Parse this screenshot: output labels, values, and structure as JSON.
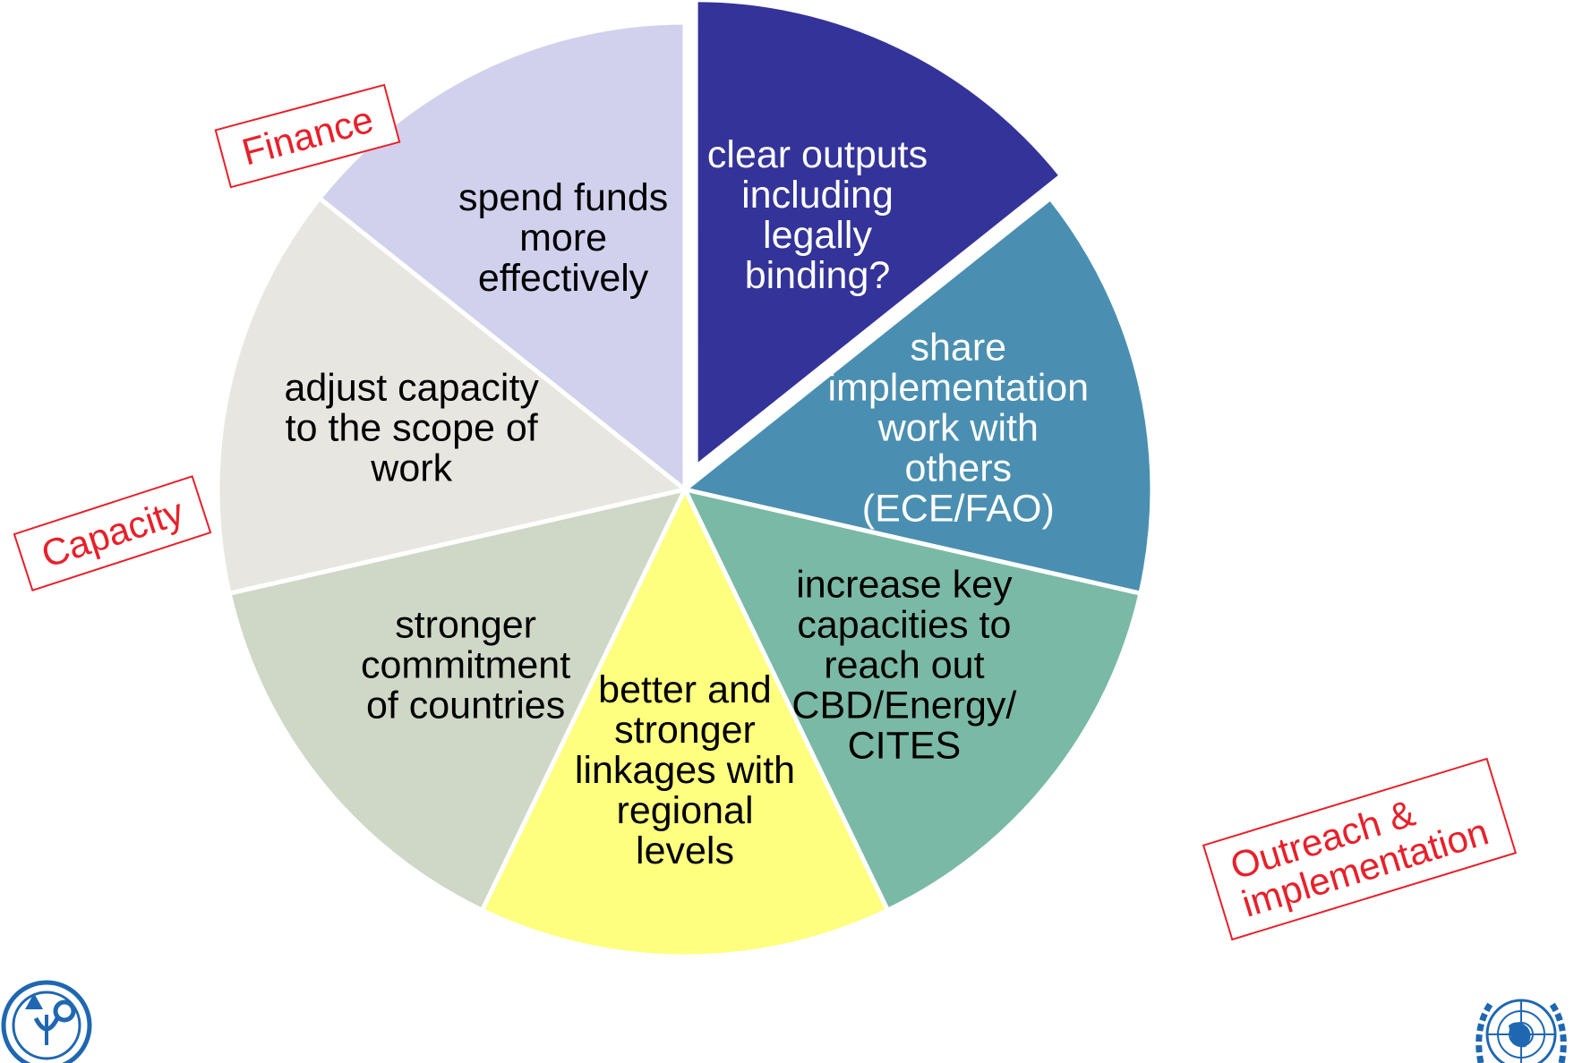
{
  "segments": [
    {
      "id": "outputs",
      "lines": [
        "clear outputs",
        "including",
        "legally",
        "binding?"
      ],
      "fill": "#333399",
      "text_color": "#ffffff",
      "exploded": true
    },
    {
      "id": "share",
      "lines": [
        "share",
        "implementation",
        "work with",
        "others",
        "(ECE/FAO)"
      ],
      "fill": "#4a8fb1",
      "text_color": "#ffffff",
      "exploded": false
    },
    {
      "id": "increase",
      "lines": [
        "increase key",
        "capacities to",
        "reach out",
        "CBD/Energy/",
        "CITES"
      ],
      "fill": "#7ab9a5",
      "text_color": "#000000",
      "exploded": false
    },
    {
      "id": "linkages",
      "lines": [
        "better and",
        "stronger",
        "linkages with",
        "regional",
        "levels"
      ],
      "fill": "#ffff7f",
      "text_color": "#000000",
      "exploded": false
    },
    {
      "id": "commitment",
      "lines": [
        "stronger",
        "commitment",
        "of countries"
      ],
      "fill": "#cfd7c6",
      "text_color": "#000000",
      "exploded": false
    },
    {
      "id": "capacity",
      "lines": [
        "adjust capacity",
        "to the scope of",
        "work"
      ],
      "fill": "#e7e6e1",
      "text_color": "#000000",
      "exploded": false
    },
    {
      "id": "funds",
      "lines": [
        "spend funds",
        "more",
        "effectively"
      ],
      "fill": "#d1d1ee",
      "text_color": "#000000",
      "exploded": false
    }
  ],
  "callouts": {
    "finance": [
      "Finance"
    ],
    "capacity": [
      "Capacity"
    ],
    "outreach": [
      "Outreach &",
      "implementation"
    ]
  },
  "colors": {
    "callout": "#e8202a",
    "logo_blue": "#1f67b1"
  },
  "logos": {
    "left": "fao-logo",
    "right": "un-emblem-logo"
  }
}
